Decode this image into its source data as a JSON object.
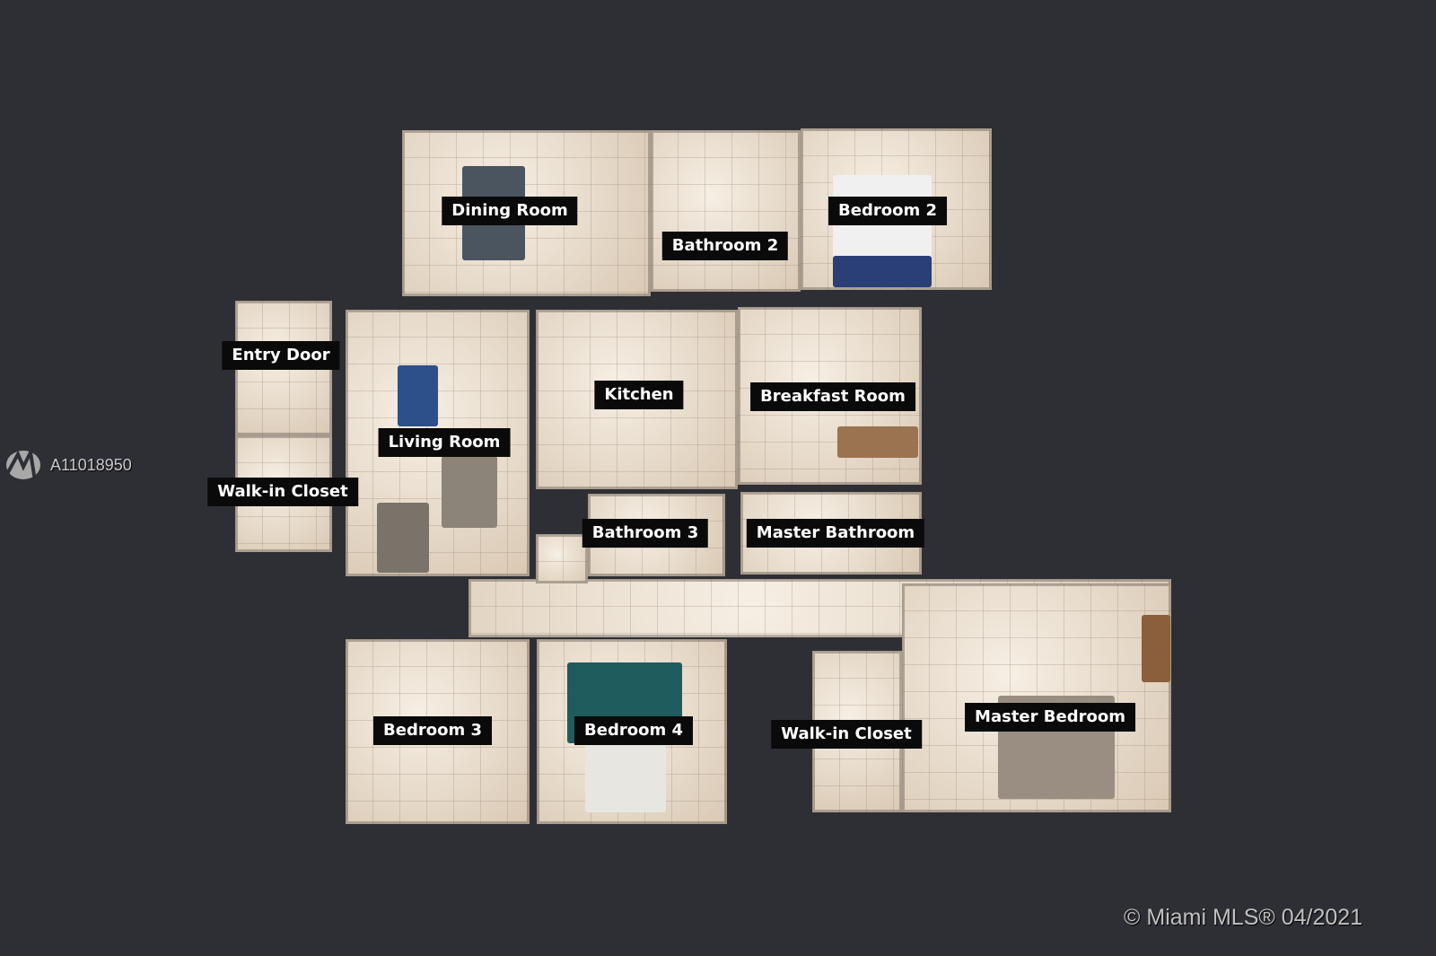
{
  "watermark": {
    "listing_id": "A11018950",
    "copyright": "© Miami MLS® 04/2021"
  },
  "rooms": [
    {
      "label": "Dining Room"
    },
    {
      "label": "Bathroom 2"
    },
    {
      "label": "Bedroom 2"
    },
    {
      "label": "Entry Door"
    },
    {
      "label": "Kitchen"
    },
    {
      "label": "Breakfast Room"
    },
    {
      "label": "Living Room"
    },
    {
      "label": "Walk-in Closet"
    },
    {
      "label": "Bathroom 3"
    },
    {
      "label": "Master Bathroom"
    },
    {
      "label": "Bedroom 3"
    },
    {
      "label": "Bedroom 4"
    },
    {
      "label": "Walk-in Closet"
    },
    {
      "label": "Master Bedroom"
    }
  ],
  "colors": {
    "background": "#2e2f34",
    "floor": "#e9dccb",
    "label_bg": "#0a0a0a"
  }
}
